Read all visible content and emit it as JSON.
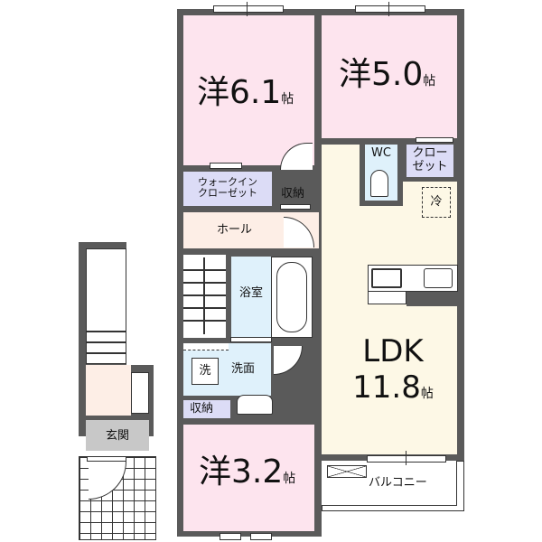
{
  "floorplan": {
    "rooms": {
      "western_1": {
        "kanji": "洋",
        "size": "6.1",
        "unit": "帖"
      },
      "western_2": {
        "kanji": "洋",
        "size": "5.0",
        "unit": "帖"
      },
      "western_3": {
        "kanji": "洋",
        "size": "3.2",
        "unit": "帖"
      },
      "ldk": {
        "name": "LDK",
        "size": "11.8",
        "unit": "帖"
      },
      "walkin_closet": {
        "line1": "ウォークイン",
        "line2": "クローゼット"
      },
      "closet": {
        "line1": "クロー",
        "line2": "ゼット"
      },
      "wc": {
        "label": "WC"
      },
      "storage_1": {
        "label": "収納"
      },
      "storage_2": {
        "label": "収納"
      },
      "hall": {
        "label": "ホール"
      },
      "bathroom": {
        "label": "浴室"
      },
      "washroom": {
        "label": "洗面"
      },
      "washer": {
        "label": "洗"
      },
      "fridge": {
        "label": "冷"
      },
      "entrance": {
        "label": "玄関"
      },
      "balcony": {
        "label": "バルコニー"
      }
    },
    "colors": {
      "wall": "#5a5a5a",
      "western_room": "#fde4ee",
      "ldk": "#fdf8e6",
      "hall": "#fdeee6",
      "wet_area": "#dff1fb",
      "closet": "#dcdcf6",
      "entrance": "#c8c8c8"
    }
  }
}
